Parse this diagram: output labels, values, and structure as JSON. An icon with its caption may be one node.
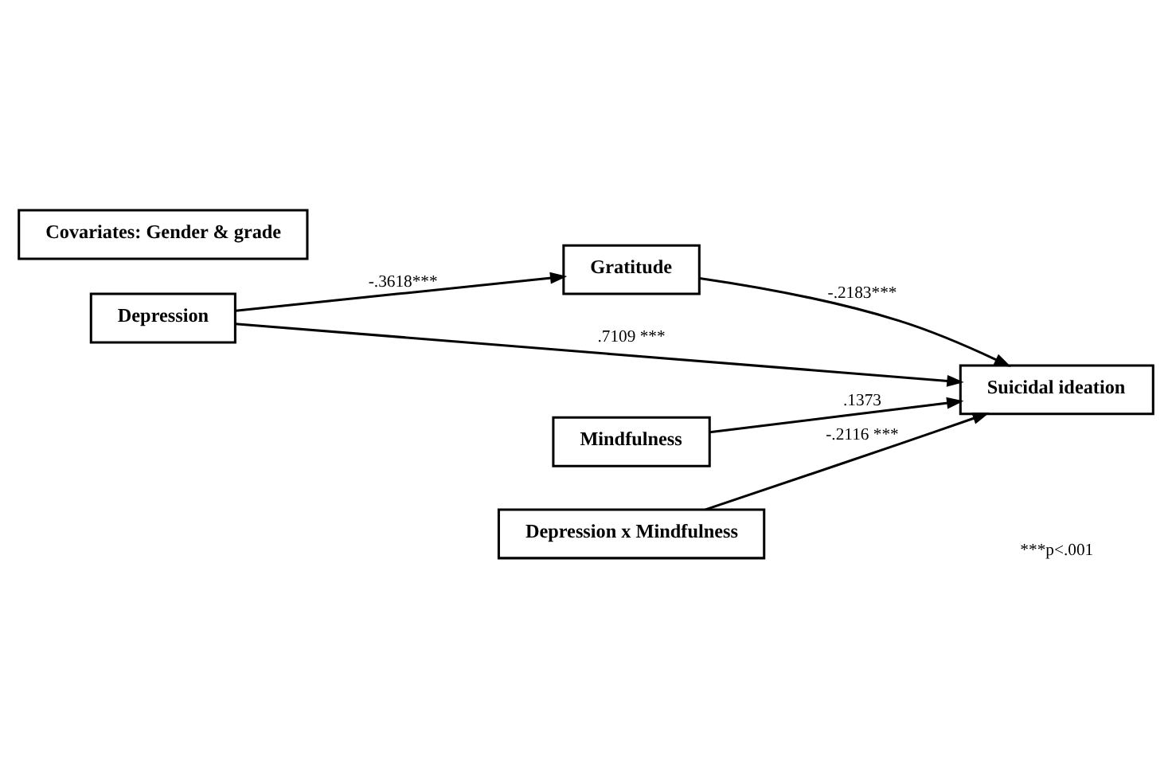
{
  "diagram": {
    "nodes": [
      {
        "text": [
          "Gratitude"
        ]
      },
      {
        "text": [
          "Depression"
        ]
      },
      {
        "text": [
          "Suicidal ideation"
        ]
      },
      {
        "text": [
          "Mindfulness"
        ]
      },
      {
        "text": [
          "Depression x Mindfulness"
        ]
      },
      {
        "text": [
          "Covariates: Gender & grade"
        ]
      }
    ],
    "edges": [
      {
        "from": 1,
        "to": 0,
        "arrow": "to",
        "label": "-.3618***"
      },
      {
        "from": 0,
        "to": 2,
        "arrow": "to",
        "label": "-.2183***"
      },
      {
        "from": 1,
        "to": 2,
        "arrow": "to",
        "label": ".7109 ***"
      },
      {
        "from": 3,
        "to": 2,
        "arrow": "to",
        "label": ".1373"
      },
      {
        "from": 4,
        "to": 2,
        "arrow": "to",
        "label": "-.2116 ***"
      }
    ],
    "labels": [
      "***p<.001"
    ]
  }
}
